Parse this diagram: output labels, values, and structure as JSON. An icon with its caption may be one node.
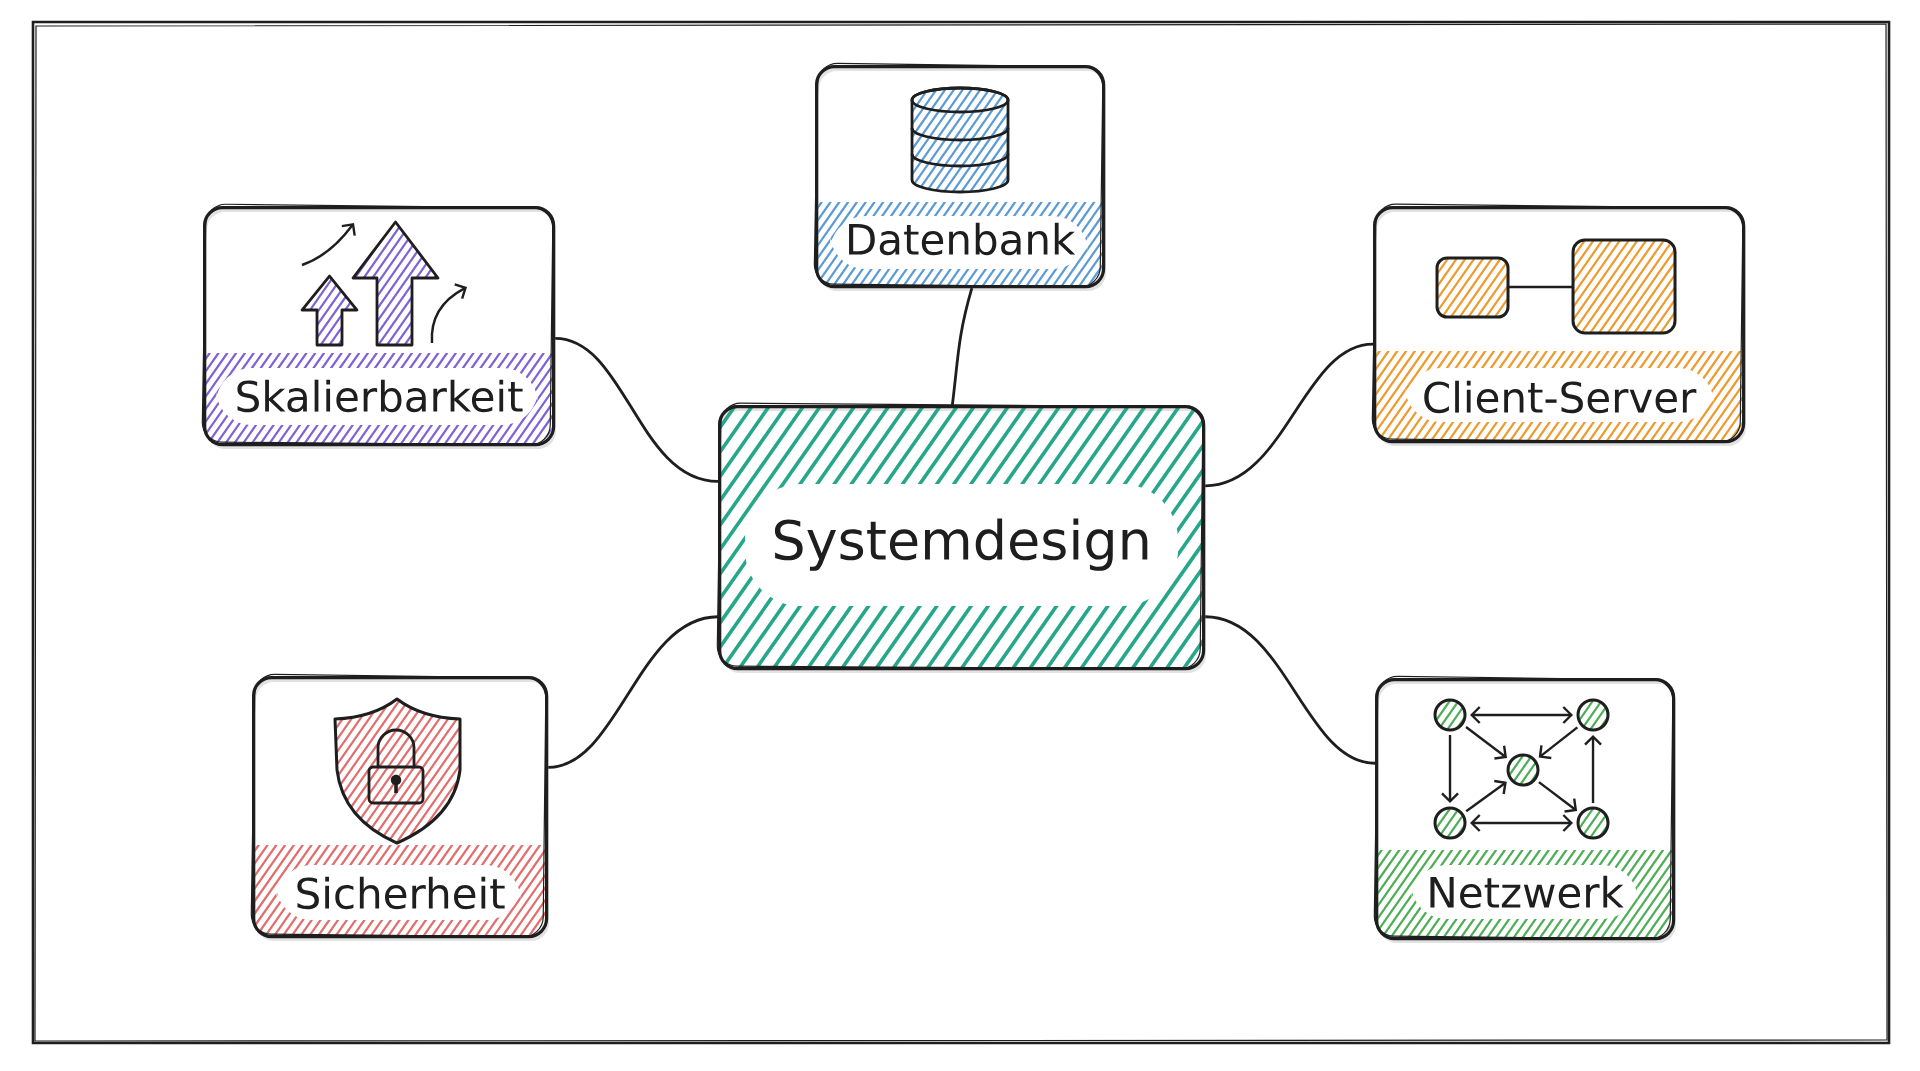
{
  "diagram": {
    "nodes": [
      {
        "text": [
          "Datenbank"
        ]
      },
      {
        "text": [
          "Skalierbarkeit"
        ]
      },
      {
        "text": [
          "Client-Server"
        ]
      },
      {
        "text": [
          "Systemdesign"
        ]
      },
      {
        "text": [
          "Sicherheit"
        ]
      },
      {
        "text": [
          "Netzwerk"
        ]
      }
    ],
    "edges": [
      {
        "from": 3,
        "to": 0,
        "arrow": "none"
      },
      {
        "from": 3,
        "to": 1,
        "arrow": "none"
      },
      {
        "from": 3,
        "to": 2,
        "arrow": "none"
      },
      {
        "from": 3,
        "to": 4,
        "arrow": "none"
      },
      {
        "from": 3,
        "to": 5,
        "arrow": "none"
      }
    ]
  }
}
